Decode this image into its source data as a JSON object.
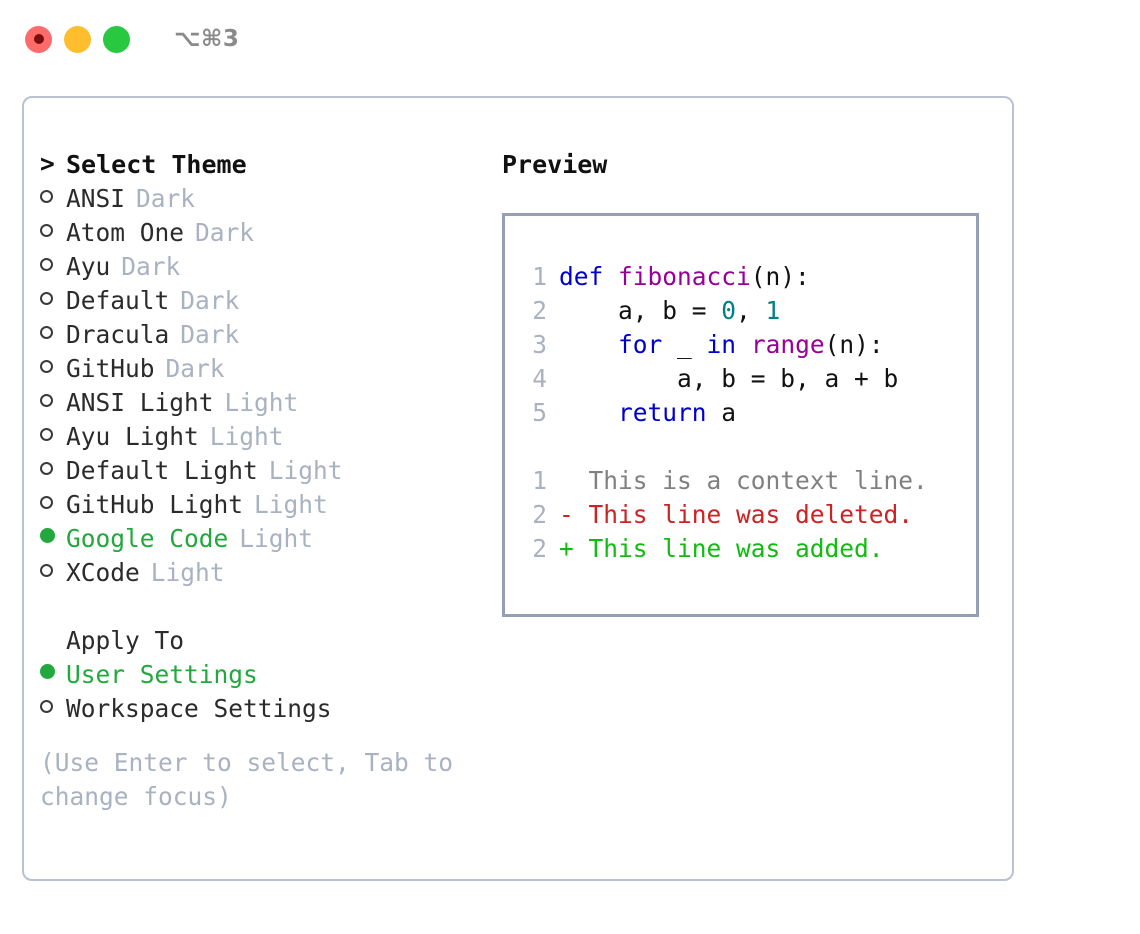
{
  "titlebar": {
    "shortcut": "⌥⌘3",
    "lights": [
      {
        "name": "close",
        "color": "#ff6b6b"
      },
      {
        "name": "minimize",
        "color": "#ffbe2e"
      },
      {
        "name": "maximize",
        "color": "#28c840"
      }
    ]
  },
  "colors": {
    "selected_green": "#22a83c",
    "dim_gray": "#a9b2c1",
    "keyword_blue": "#0000cc",
    "function_magenta": "#990099",
    "number_teal": "#008080",
    "diff_add_green": "#11bb11",
    "diff_del_red": "#cc2222",
    "panel_border": "#b9c2d0",
    "preview_border": "#95a0b4"
  },
  "theme_list": {
    "header_marker": ">",
    "header_label": "Select Theme",
    "items": [
      {
        "marker": "o",
        "label": "ANSI",
        "variant": "Dark",
        "selected": false
      },
      {
        "marker": "o",
        "label": "Atom One",
        "variant": "Dark",
        "selected": false
      },
      {
        "marker": "o",
        "label": "Ayu",
        "variant": "Dark",
        "selected": false
      },
      {
        "marker": "o",
        "label": "Default",
        "variant": "Dark",
        "selected": false
      },
      {
        "marker": "o",
        "label": "Dracula",
        "variant": "Dark",
        "selected": false
      },
      {
        "marker": "o",
        "label": "GitHub",
        "variant": "Dark",
        "selected": false
      },
      {
        "marker": "o",
        "label": "ANSI Light",
        "variant": "Light",
        "selected": false
      },
      {
        "marker": "o",
        "label": "Ayu Light",
        "variant": "Light",
        "selected": false
      },
      {
        "marker": "o",
        "label": "Default Light",
        "variant": "Light",
        "selected": false
      },
      {
        "marker": "o",
        "label": "GitHub Light",
        "variant": "Light",
        "selected": false
      },
      {
        "marker": "●",
        "label": "Google Code",
        "variant": "Light",
        "selected": true
      },
      {
        "marker": "o",
        "label": "XCode",
        "variant": "Light",
        "selected": false
      }
    ]
  },
  "apply_to": {
    "section_label": "Apply To",
    "options": [
      {
        "marker": "●",
        "label": "User Settings",
        "selected": true
      },
      {
        "marker": "o",
        "label": "Workspace Settings",
        "selected": false
      }
    ]
  },
  "hint": {
    "line1": "(Use Enter to select, Tab to",
    "line2": "change focus)"
  },
  "preview": {
    "title": "Preview",
    "code_lines": [
      {
        "lineno": "1",
        "tokens": [
          {
            "text": "def ",
            "type": "kw"
          },
          {
            "text": "fibonacci",
            "type": "fn"
          },
          {
            "text": "(n):",
            "type": "plain"
          }
        ]
      },
      {
        "lineno": "2",
        "tokens": [
          {
            "text": "    a, b = ",
            "type": "plain"
          },
          {
            "text": "0",
            "type": "num"
          },
          {
            "text": ", ",
            "type": "plain"
          },
          {
            "text": "1",
            "type": "num"
          }
        ]
      },
      {
        "lineno": "3",
        "tokens": [
          {
            "text": "    ",
            "type": "plain"
          },
          {
            "text": "for",
            "type": "kw"
          },
          {
            "text": " _ ",
            "type": "plain"
          },
          {
            "text": "in",
            "type": "kw"
          },
          {
            "text": " ",
            "type": "plain"
          },
          {
            "text": "range",
            "type": "fn"
          },
          {
            "text": "(n):",
            "type": "plain"
          }
        ]
      },
      {
        "lineno": "4",
        "tokens": [
          {
            "text": "        a, b = b, a + b",
            "type": "plain"
          }
        ]
      },
      {
        "lineno": "5",
        "tokens": [
          {
            "text": "    ",
            "type": "plain"
          },
          {
            "text": "return",
            "type": "kw"
          },
          {
            "text": " a",
            "type": "plain"
          }
        ]
      }
    ],
    "diff_lines": [
      {
        "lineno": "1",
        "prefix": "  ",
        "text": "This is a context line.",
        "kind": "context"
      },
      {
        "lineno": "2",
        "prefix": "- ",
        "text": "This line was deleted.",
        "kind": "del"
      },
      {
        "lineno": "2",
        "prefix": "+ ",
        "text": "This line was added.",
        "kind": "add"
      }
    ]
  }
}
